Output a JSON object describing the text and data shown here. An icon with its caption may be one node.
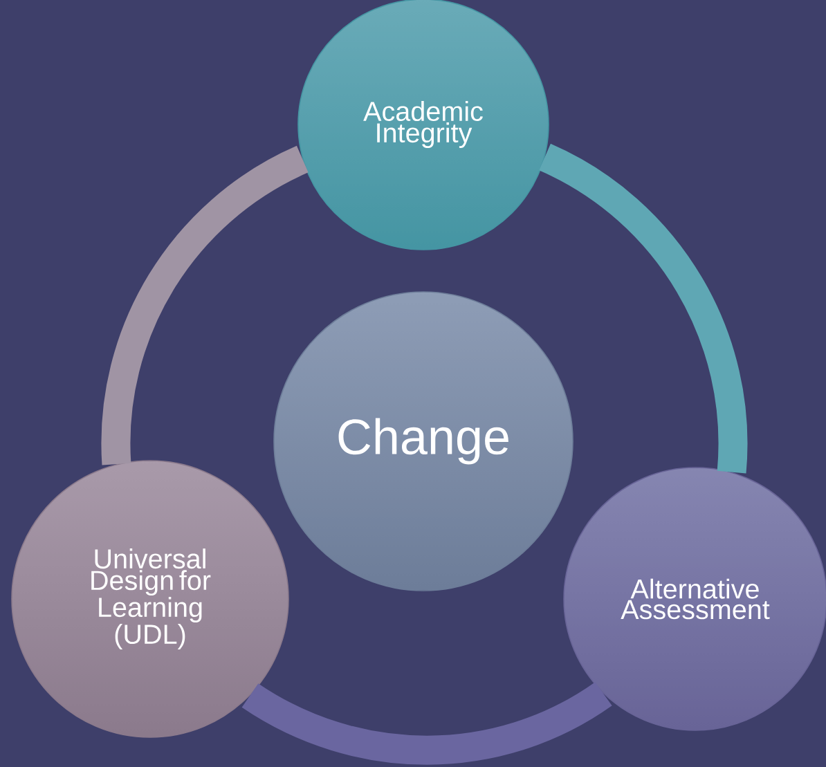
{
  "diagram": {
    "nodes": [
      {
        "text": [
          "Academic Integrity"
        ]
      },
      {
        "text": [
          "Change"
        ]
      },
      {
        "text": [
          "Universal Design for Learning (UDL)"
        ]
      },
      {
        "text": [
          "Alternative Assessment"
        ]
      }
    ],
    "edges": [
      {
        "from": 0,
        "to": 3,
        "arrow": "none",
        "color": "#5fa7b4"
      },
      {
        "from": 3,
        "to": 2,
        "arrow": "none",
        "color": "#6a66a0"
      },
      {
        "from": 2,
        "to": 0,
        "arrow": "none",
        "color": "#a094a4"
      }
    ]
  }
}
